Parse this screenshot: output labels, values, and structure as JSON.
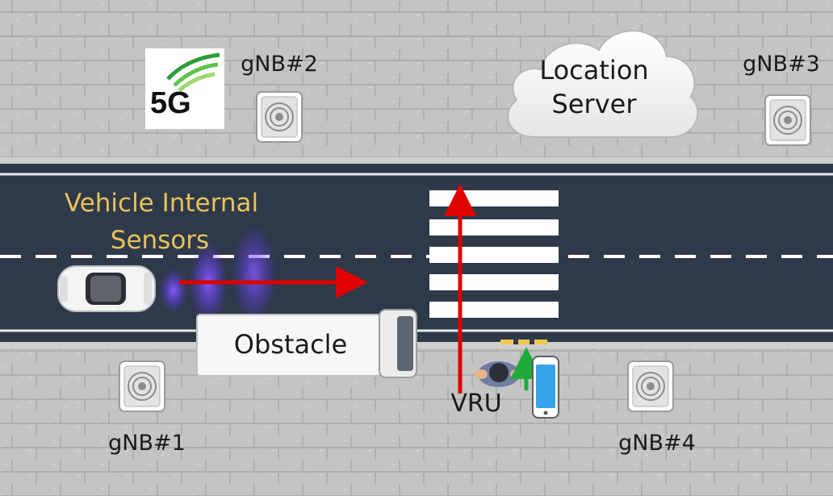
{
  "diagram": {
    "logo_text": "5G",
    "gnb_labels": [
      "gNB#1",
      "gNB#2",
      "gNB#3",
      "gNB#4"
    ],
    "cloud_label_line1": "Location",
    "cloud_label_line2": "Server",
    "sensors_label_line1": "Vehicle Internal",
    "sensors_label_line2": "Sensors",
    "obstacle_label": "Obstacle",
    "vru_label": "VRU",
    "icons": [
      "base-station-icon",
      "cloud-icon",
      "car-icon",
      "truck-icon",
      "pedestrian-icon",
      "smartphone-icon",
      "5g-logo-icon"
    ],
    "colors": {
      "pavement": "#bdbdbd",
      "road": "#2e3a4a",
      "sensor_text": "#e8c25a",
      "arrow_red": "#e00000",
      "arrow_green": "#1faa3a",
      "sensor_wave": "#6a3cff"
    }
  }
}
